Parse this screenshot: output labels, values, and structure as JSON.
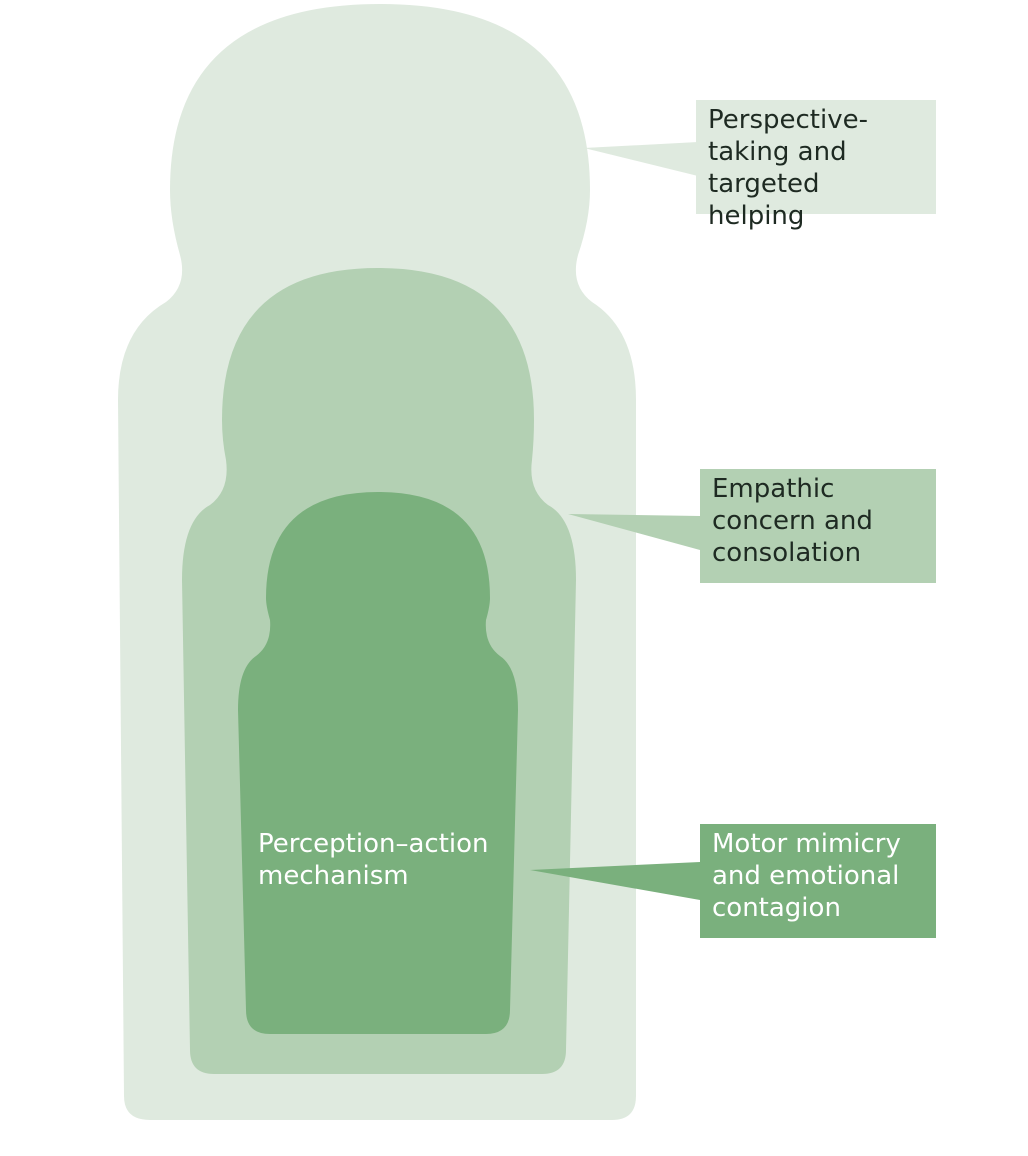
{
  "colors": {
    "background": "#ffffff",
    "outer_layer": "#dfeadf",
    "middle_layer": "#b3d0b3",
    "inner_layer": "#7ab07d",
    "dark_text": "#1e2a22",
    "light_text": "#ffffff"
  },
  "layers": {
    "outer": {
      "label": "Perspective-\ntaking and\ntargeted helping"
    },
    "middle": {
      "label": "Empathic\nconcern and\nconsolation"
    },
    "inner": {
      "label": "Motor mimicry\nand emotional\ncontagion",
      "core_text": "Perception–action\nmechanism"
    }
  }
}
